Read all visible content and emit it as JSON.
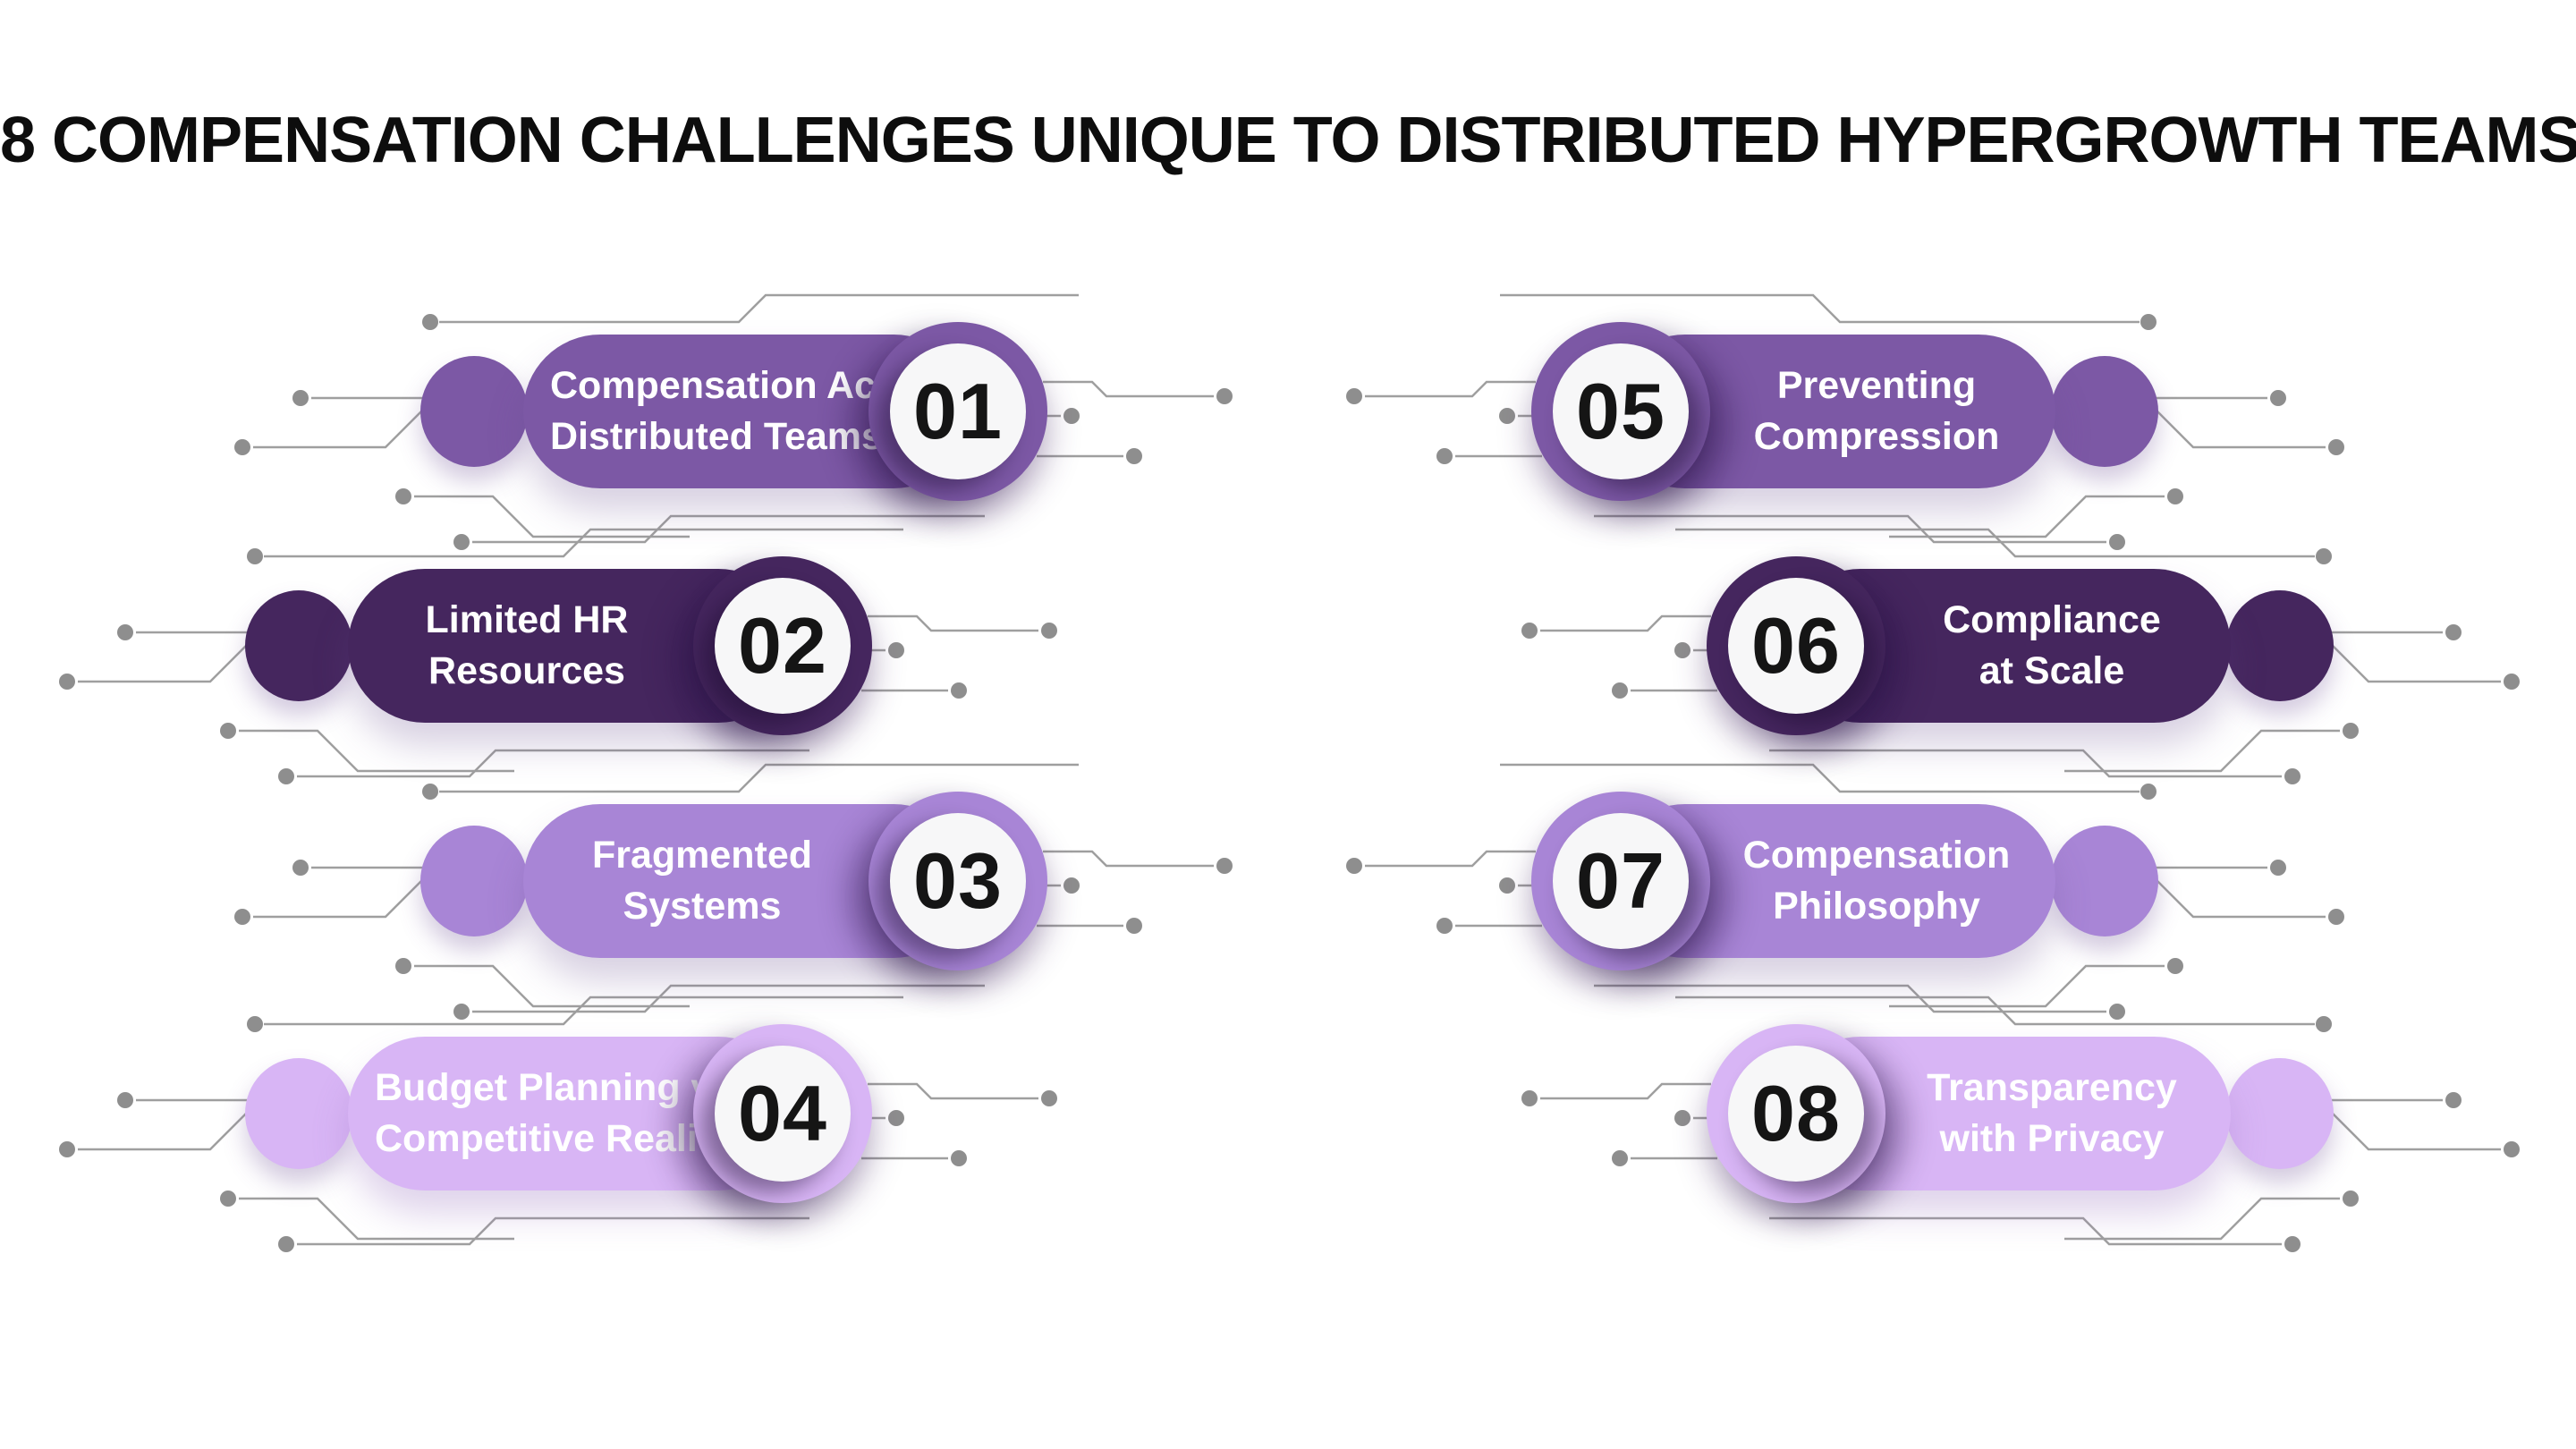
{
  "title": "8 COMPENSATION CHALLENGES UNIQUE TO DISTRIBUTED HYPERGROWTH TEAMS",
  "palette": {
    "background": "#FFFFFF",
    "title_color": "#0D0D0D",
    "purple_medium": "#7C58A5",
    "purple_dark": "#45265E",
    "purple_light": "#A885D6",
    "purple_pale": "#D8B5F5",
    "label_text": "#FFFFFF",
    "number_text": "#151515",
    "circle_fill": "#F7F7F8",
    "line_gray": "#9F9F9F",
    "dot_gray": "#8E8E8E"
  },
  "items": [
    {
      "number": "01",
      "shade": "purple_medium",
      "lines": [
        "Compensation Across",
        "Distributed Teams"
      ]
    },
    {
      "number": "02",
      "shade": "purple_dark",
      "lines": [
        "Limited HR",
        "Resources"
      ]
    },
    {
      "number": "03",
      "shade": "purple_light",
      "lines": [
        "Fragmented",
        "Systems"
      ]
    },
    {
      "number": "04",
      "shade": "purple_pale",
      "lines": [
        "Budget Planning vs.",
        "Competitive Reality"
      ]
    },
    {
      "number": "05",
      "shade": "purple_medium",
      "lines": [
        "Preventing",
        "Compression"
      ]
    },
    {
      "number": "06",
      "shade": "purple_dark",
      "lines": [
        "Compliance",
        "at Scale"
      ]
    },
    {
      "number": "07",
      "shade": "purple_light",
      "lines": [
        "Compensation",
        "Philosophy"
      ]
    },
    {
      "number": "08",
      "shade": "purple_pale",
      "lines": [
        "Transparency",
        "with Privacy"
      ]
    }
  ]
}
